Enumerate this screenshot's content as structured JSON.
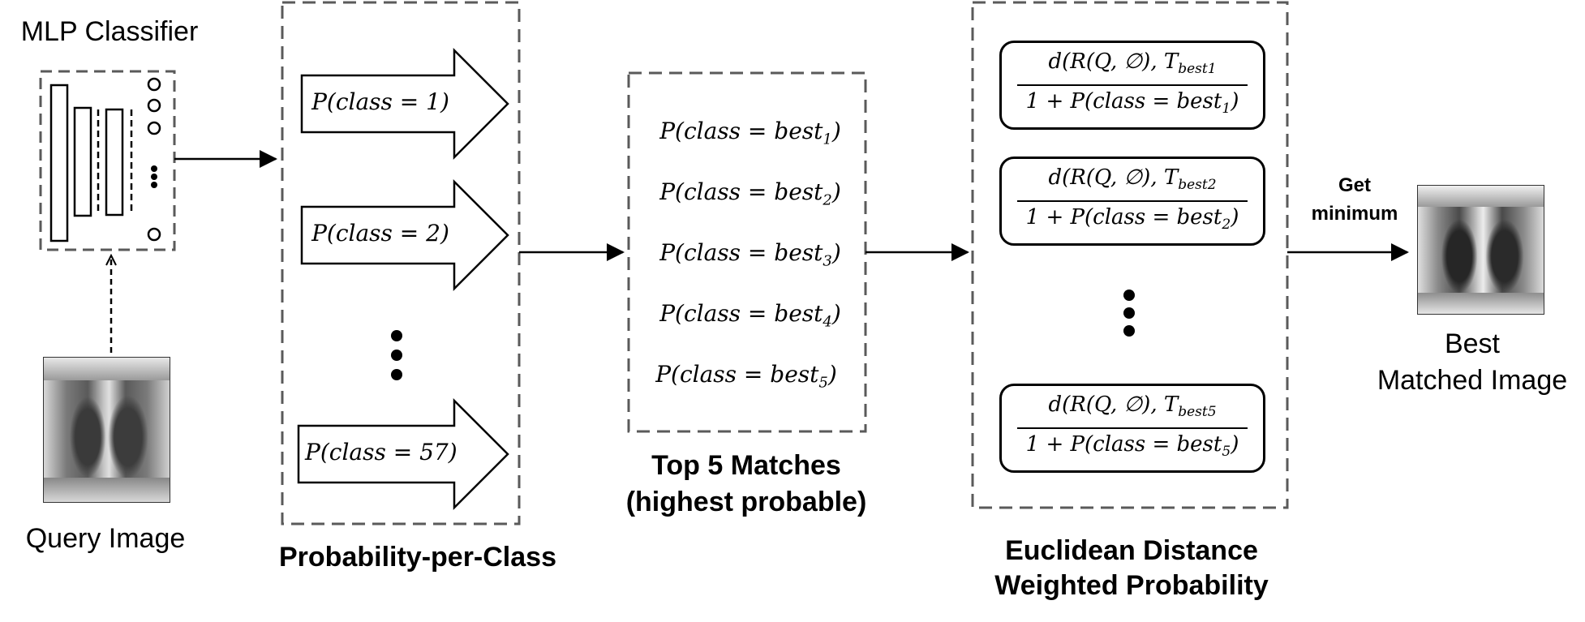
{
  "mlp": {
    "title": "MLP Classifier"
  },
  "query": {
    "label": "Query Image"
  },
  "probability_panel": {
    "caption": "Probability-per-Class",
    "arrows": [
      {
        "label_fn": "P(class = 1)"
      },
      {
        "label_fn": "P(class = 2)"
      },
      {
        "label_fn": "P(class = 57)"
      }
    ]
  },
  "top5_panel": {
    "caption_line1": "Top 5 Matches",
    "caption_line2": "(highest probable)",
    "items": [
      {
        "prefix": "P(class = best",
        "sub": "1",
        "suffix": ")"
      },
      {
        "prefix": "P(class = best",
        "sub": "2",
        "suffix": ")"
      },
      {
        "prefix": "P(class = best",
        "sub": "3",
        "suffix": ")"
      },
      {
        "prefix": "P(class = best",
        "sub": "4",
        "suffix": ")"
      },
      {
        "prefix": "P(class = best",
        "sub": "5",
        "suffix": ")"
      }
    ]
  },
  "distance_panel": {
    "caption_line1": "Euclidean Distance",
    "caption_line2": "Weighted Probability",
    "fractions": [
      {
        "num_prefix": "d(R(Q, ∅), T",
        "num_sub": "best1",
        "den_prefix": "1 + P(class = best",
        "den_sub": "1",
        "den_suffix": ")"
      },
      {
        "num_prefix": "d(R(Q, ∅), T",
        "num_sub": "best2",
        "den_prefix": "1 + P(class = best",
        "den_sub": "2",
        "den_suffix": ")"
      },
      {
        "num_prefix": "d(R(Q, ∅), T",
        "num_sub": "best5",
        "den_prefix": "1 + P(class = best",
        "den_sub": "5",
        "den_suffix": ")"
      }
    ]
  },
  "get_minimum": {
    "line1": "Get",
    "line2": "minimum"
  },
  "result": {
    "line1": "Best",
    "line2": "Matched Image"
  }
}
